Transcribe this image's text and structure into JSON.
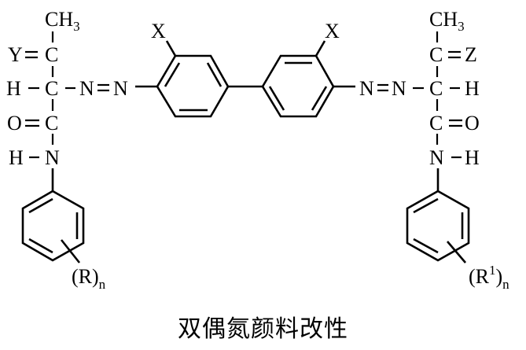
{
  "caption": "双偶氮颜料改性",
  "structure": {
    "left_chain": {
      "methyl": "CH",
      "methyl_sub": "3",
      "y_label": "Y",
      "c1": "C",
      "h_label": "H",
      "c2": "C",
      "o_label": "O",
      "c3": "C",
      "nh_h": "H",
      "nh_n": "N",
      "azo_n1": "N",
      "azo_n2": "N"
    },
    "right_chain": {
      "methyl": "CH",
      "methyl_sub": "3",
      "z_label": "Z",
      "c1": "C",
      "h_label": "H",
      "c2": "C",
      "o_label": "O",
      "c3": "C",
      "nh_h": "H",
      "nh_n": "N",
      "azo_n1": "N",
      "azo_n2": "N"
    },
    "biphenyl": {
      "left_substituent": "X",
      "right_substituent": "X"
    },
    "left_aryl": {
      "substituent_open": "(R)",
      "substituent_sub": "n"
    },
    "right_aryl": {
      "substituent_open": "(R",
      "substituent_sup": "1",
      "substituent_close": ")",
      "substituent_sub": "n"
    }
  }
}
